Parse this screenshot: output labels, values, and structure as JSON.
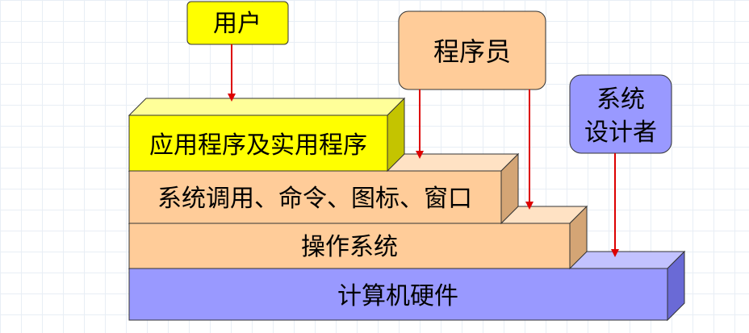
{
  "actors": {
    "user": "用户",
    "programmer": "程序员",
    "designer_line1": "系统",
    "designer_line2": "设计者"
  },
  "layers": {
    "apps": "应用程序及实用程序",
    "interfaces": "系统调用、命令、图标、窗口",
    "os": "操作系统",
    "hardware": "计算机硬件"
  },
  "colors": {
    "yellow": "#ffff00",
    "peach": "#ffcc99",
    "lavender": "#9999ff",
    "arrow": "#dd0000"
  }
}
